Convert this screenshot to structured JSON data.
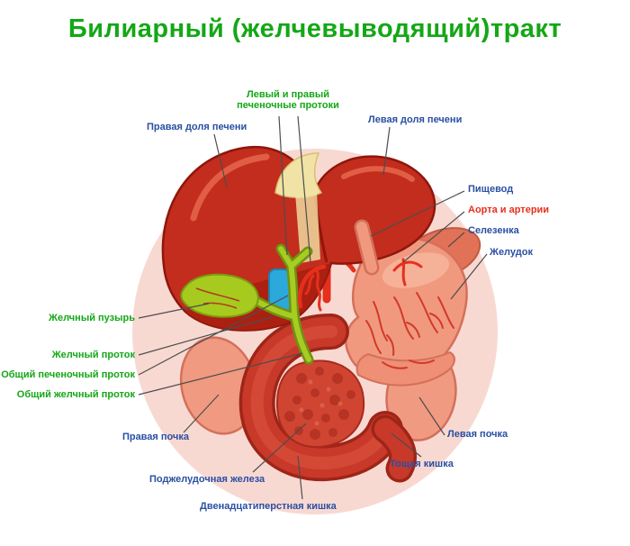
{
  "title": "Билиарный (желчевыводящий)тракт",
  "labels": {
    "hepatic_ducts": "Левый и правый\nпеченочные протоки",
    "right_liver_lobe": "Правая доля печени",
    "left_liver_lobe": "Левая доля печени",
    "esophagus": "Пищевод",
    "aorta_arteries": "Аорта и артерии",
    "spleen": "Селезенка",
    "stomach": "Желудок",
    "gallbladder": "Желчный пузырь",
    "bile_duct": "Желчный проток",
    "common_hepatic_duct": "Общий печеночный проток",
    "common_bile_duct": "Общий желчный проток",
    "right_kidney": "Правая почка",
    "left_kidney": "Левая почка",
    "jejunum": "Тощая кишка",
    "pancreas": "Поджелудочная железа",
    "duodenum": "Двенадцатиперстная кишка"
  },
  "colors": {
    "title_green": "#14a716",
    "label_green": "#14a716",
    "label_blue": "#2a4fa2",
    "label_red": "#e6301c",
    "leader_line": "#4d4d4d",
    "circle_bg": "#f8d9d2",
    "liver_red": "#c22d1d",
    "stomach_salmon": "#f0997f",
    "gallbladder_green": "#a6ca1e",
    "duct_green": "#a7cc22",
    "vessel_red": "#e5301d",
    "portal_vein_blue": "#2ba9da",
    "kidney_salmon": "#f09a82"
  }
}
